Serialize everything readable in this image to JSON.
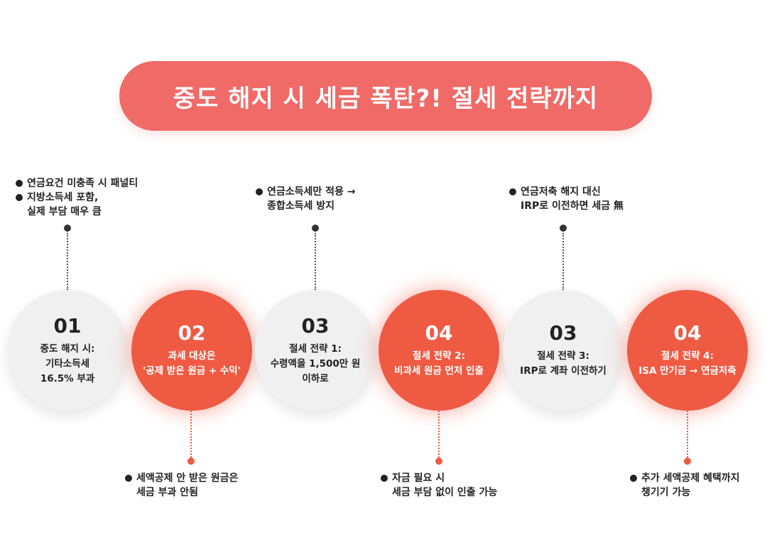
{
  "title": "중도 해지 시 세금 폭탄?! 절세 전략까지",
  "steps": [
    {
      "number": "01",
      "text": "중도 해지 시:\n기타소득세\n16.5% 부과",
      "style": "grey"
    },
    {
      "number": "02",
      "text": "과세 대상은\n'공제 받은 원금 + 수익'",
      "style": "red"
    },
    {
      "number": "03",
      "text": "절세 전략 1:\n수령액을 1,500만 원\n이하로",
      "style": "grey"
    },
    {
      "number": "04",
      "text": "절세 전략 2:\n비과세 원금 먼저 인출",
      "style": "red"
    },
    {
      "number": "03",
      "text": "절세 전략 3:\nIRP로 계좌 이전하기",
      "style": "grey"
    },
    {
      "number": "04",
      "text": "절세 전략 4:\nISA 만기금 → 연금저축",
      "style": "red"
    }
  ],
  "notes_top": {
    "n1": {
      "line1": "연금요건 미충족 시 패널티",
      "line2": "지방소득세 포함,",
      "line3": "실제 부담 매우 큼"
    },
    "n3": {
      "line1": "연금소득세만 적용 →",
      "line2": "종합소득세 방지"
    },
    "n5": {
      "line1": "연금저축 해지 대신",
      "line2": "IRP로 이전하면 세금 無"
    }
  },
  "notes_bottom": {
    "n2": {
      "line1": "세액공제 안 받은 원금은",
      "line2": "세금 부과 안됨"
    },
    "n4": {
      "line1": "자금 필요 시",
      "line2": "세금 부담 없이 인출 가능"
    },
    "n6": {
      "line1": "추가 세액공제 혜택까지",
      "line2": "챙기기 가능"
    }
  },
  "colors": {
    "banner": "#f06a67",
    "accent": "#ef5a43",
    "grey": "#f0f0f0",
    "text": "#222222"
  }
}
